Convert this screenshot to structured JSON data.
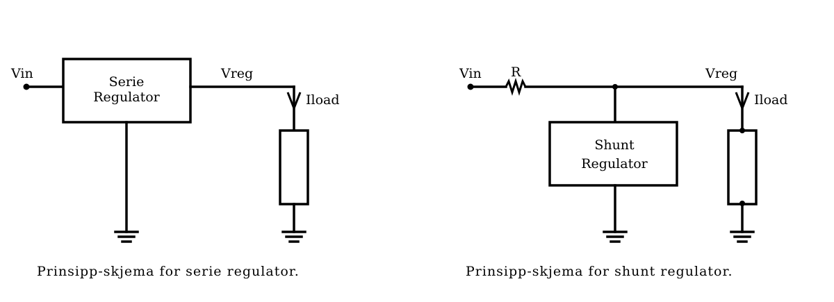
{
  "series_diagram": {
    "vin_label": "Vin",
    "vreg_label": "Vreg",
    "iload_label": "Iload",
    "block_line1": "Serie",
    "block_line2": "Regulator",
    "caption": "Prinsipp-skjema for serie regulator."
  },
  "shunt_diagram": {
    "vin_label": "Vin",
    "resistor_label": "R",
    "vreg_label": "Vreg",
    "iload_label": "Iload",
    "block_line1": "Shunt",
    "block_line2": "Regulator",
    "caption": "Prinsipp-skjema for shunt regulator."
  }
}
